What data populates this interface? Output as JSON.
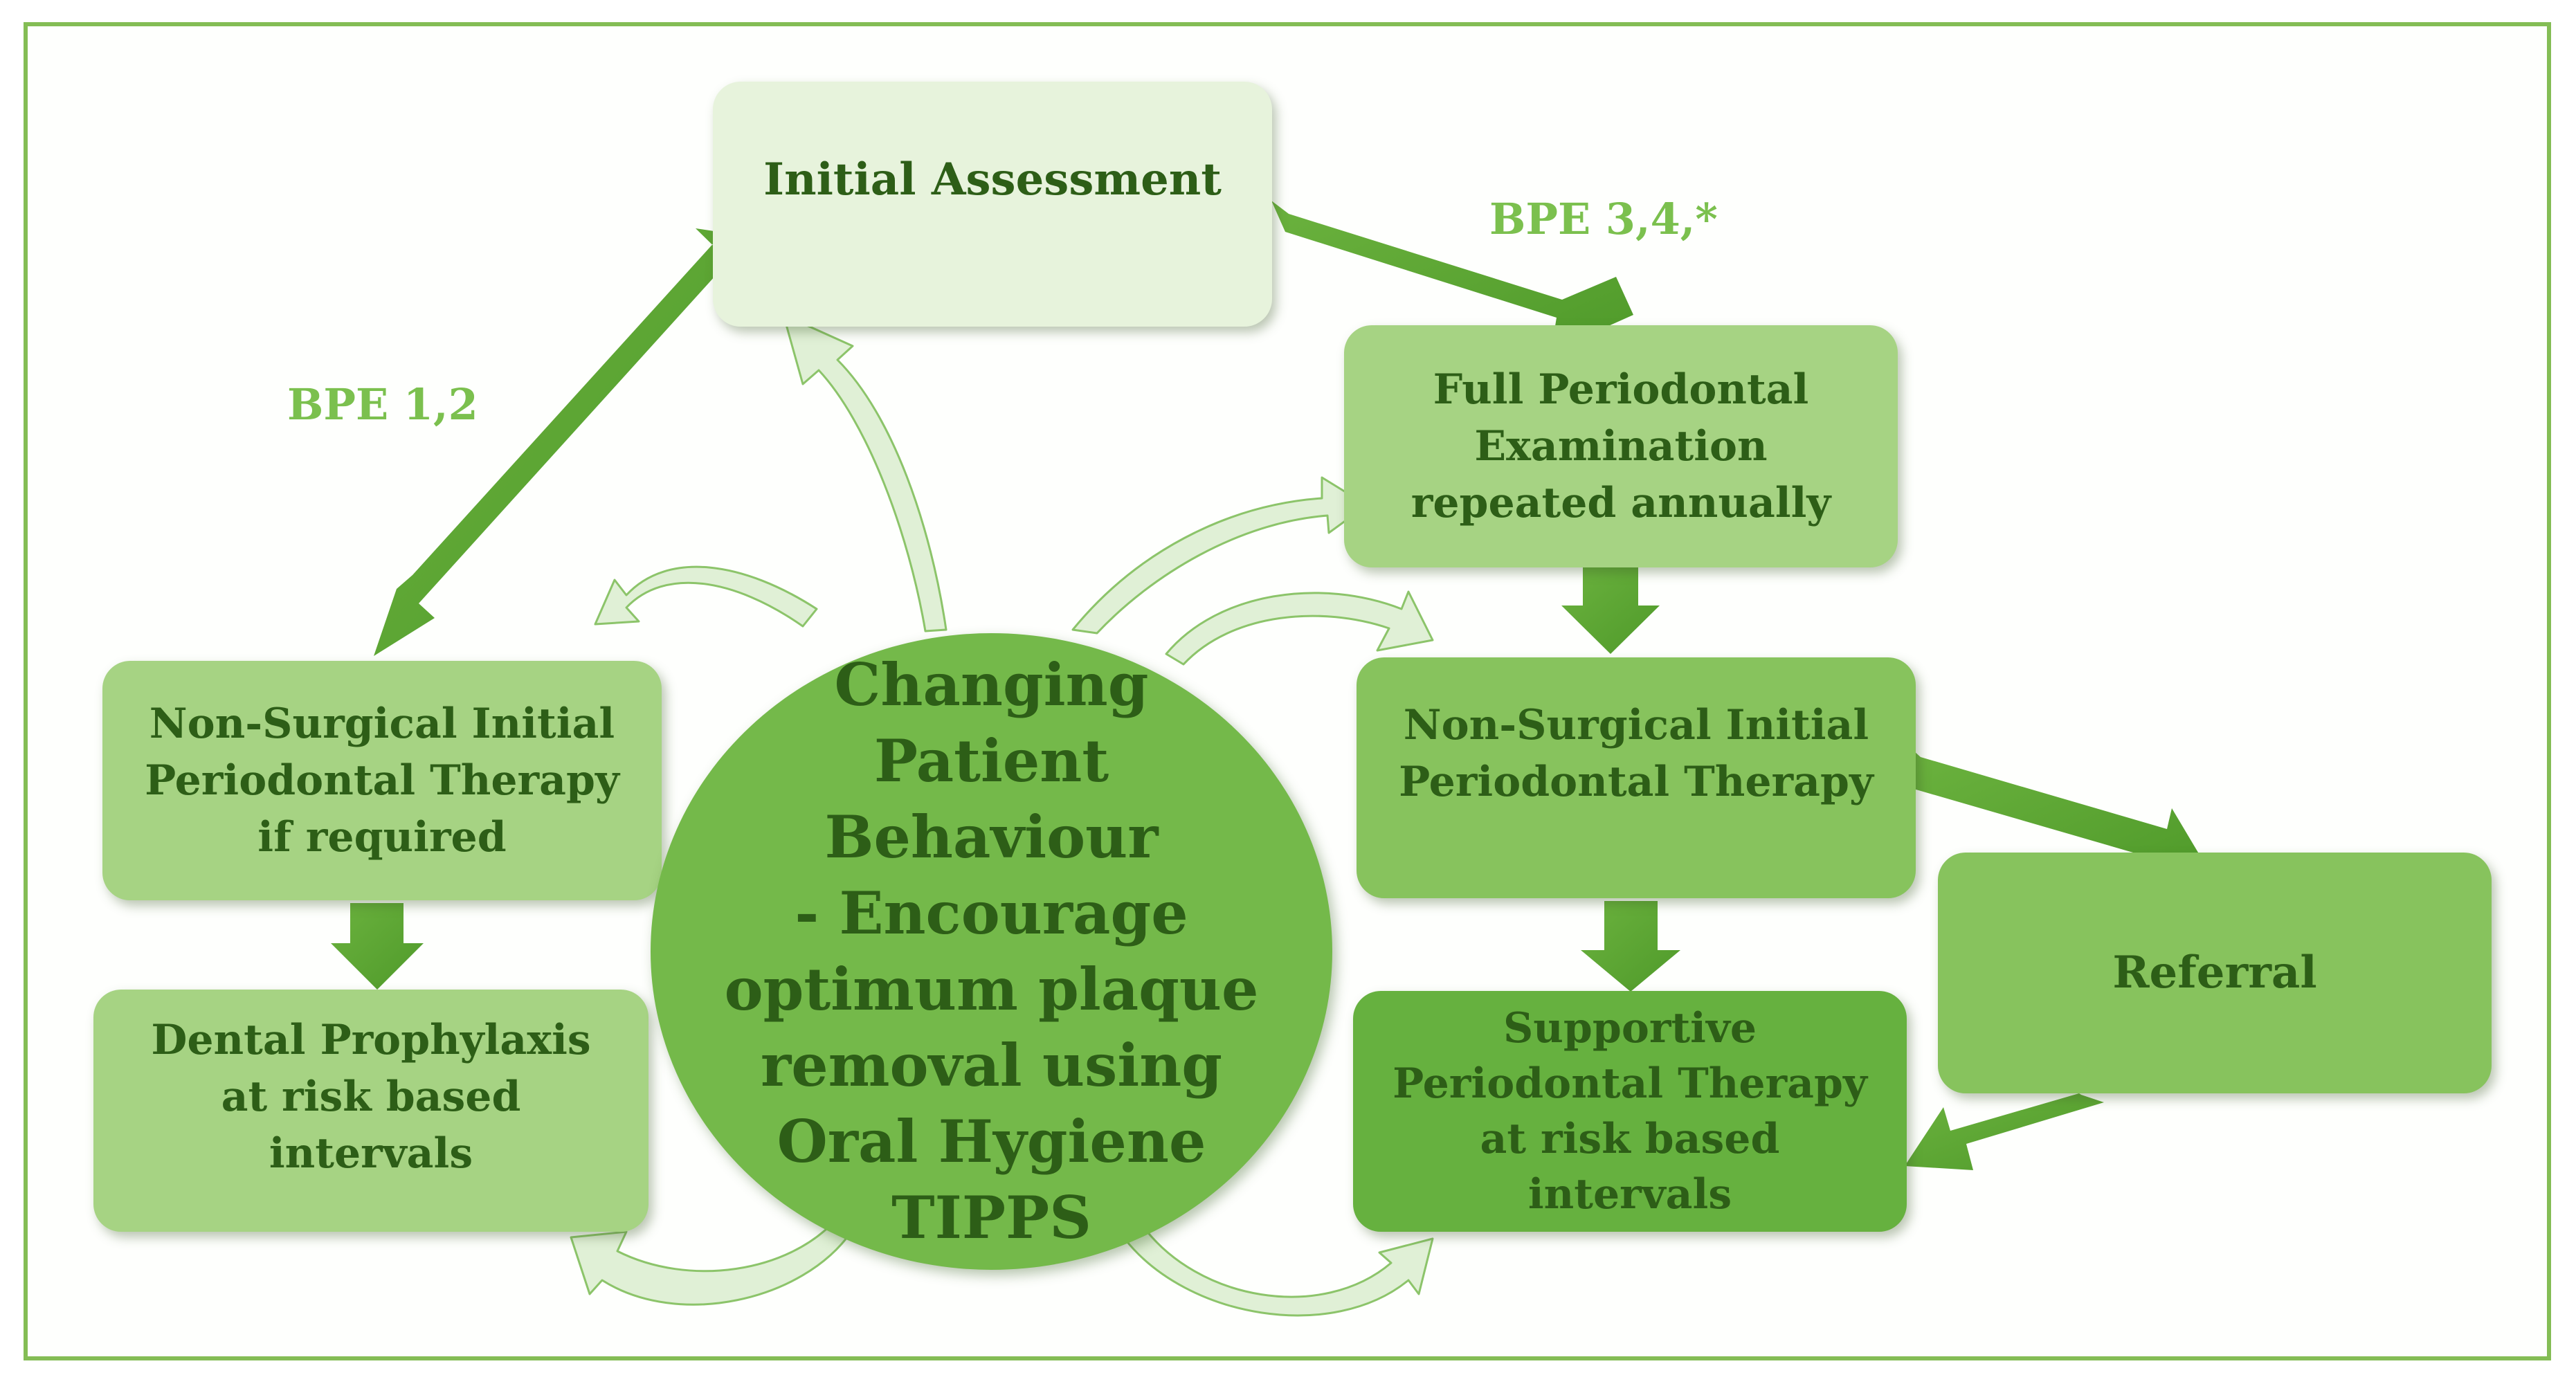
{
  "diagram": {
    "nodes": {
      "initial_assessment": "Initial Assessment",
      "full_periodontal_exam": "Full Periodontal\nExamination\nrepeated annually",
      "nonsurgical_right": "Non-Surgical Initial\nPeriodontal Therapy",
      "nonsurgical_left": "Non-Surgical Initial\nPeriodontal Therapy\nif required",
      "dental_prophylaxis": "Dental Prophylaxis\nat risk based\nintervals",
      "supportive_therapy": "Supportive\nPeriodontal Therapy\nat risk based\nintervals",
      "referral": "Referral",
      "center": "Changing\nPatient\nBehaviour\n-  Encourage\noptimum plaque\nremoval using\nOral Hygiene\nTIPPS"
    },
    "edge_labels": {
      "bpe_left": "BPE 1,2",
      "bpe_right": "BPE 3,4,*"
    },
    "colors": {
      "frame": "#84bd55",
      "pale_box": "#e7f3dc",
      "light_box": "#a6d383",
      "mid_box": "#87c35d",
      "dark_box": "#66b13f",
      "main_arrow": "#5fa536",
      "curved_arrow_fill": "#e0f0d6",
      "text": "#2d5e17",
      "label_text": "#7bc04e"
    }
  }
}
